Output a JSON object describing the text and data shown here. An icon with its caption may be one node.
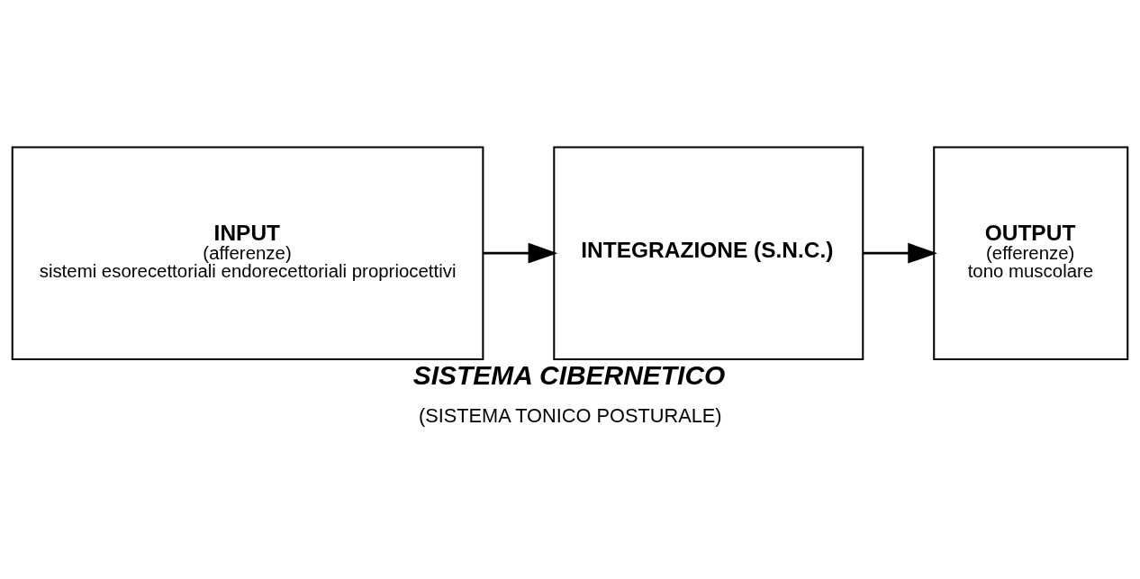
{
  "diagram": {
    "title": "SISTEMA CIBERNETICO",
    "caption": "(SISTEMA TONICO POSTURALE)",
    "nodes": [
      {
        "text": [
          "INPUT",
          "(afferenze)",
          "sistemi esorecettoriali endorecettoriali propriocettivi"
        ]
      },
      {
        "text": [
          "INTEGRAZIONE (S.N.C.)"
        ]
      },
      {
        "text": [
          "OUTPUT",
          "(efferenze)",
          "tono muscolare"
        ]
      }
    ],
    "edges": [
      {
        "from": 0,
        "to": 1,
        "arrow": "to"
      },
      {
        "from": 1,
        "to": 2,
        "arrow": "to"
      }
    ]
  }
}
